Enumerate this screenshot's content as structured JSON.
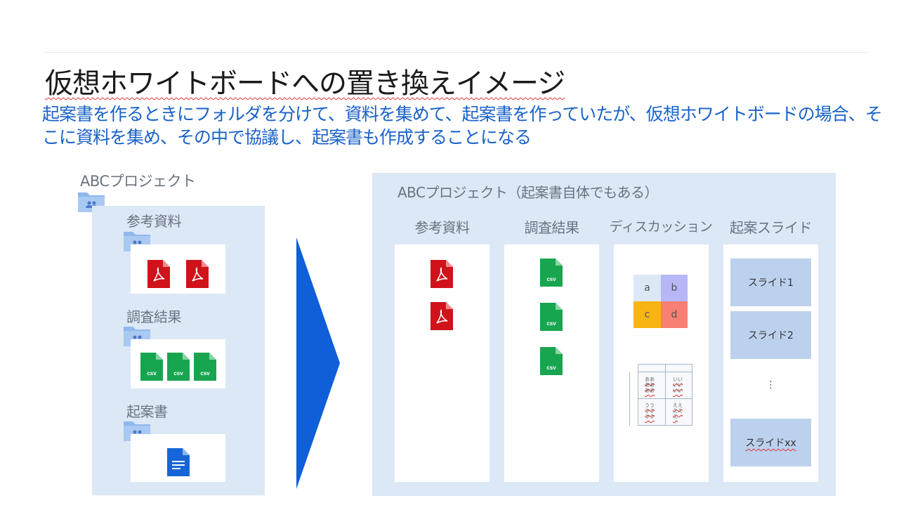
{
  "slide": {
    "title": "仮想ホワイトボードへの置き換えイメージ",
    "subtitle": "起案書を作るときにフォルダを分けて、資料を集めて、起案書を作っていたが、仮想ホワイトボードの場合、そこに資料を集め、その中で協議し、起案書も作成することになる"
  },
  "left": {
    "project_label": "ABCプロジェクト",
    "folders": [
      {
        "label": "参考資料"
      },
      {
        "label": "調査結果"
      },
      {
        "label": "起案書"
      }
    ],
    "csv_label": "csv"
  },
  "right": {
    "board_label": "ABCプロジェクト（起案書自体でもある）",
    "columns": [
      {
        "label": "参考資料"
      },
      {
        "label": "調査結果"
      },
      {
        "label": "ディスカッション"
      },
      {
        "label": "起案スライド"
      }
    ],
    "csv_label": "csv",
    "grid": [
      "a",
      "b",
      "c",
      "d"
    ],
    "mini_table": [
      "ああ\nああ\nああ",
      "いい\nいい\nいい",
      "うう\nうう\nうう",
      "ええ\nええ\nえ"
    ],
    "slides": [
      "スライド1",
      "スライド2",
      "⋮",
      "スライドxx"
    ]
  },
  "colors": {
    "panel": "#dde8f6",
    "arrow": "#0e5fd8",
    "pdf": "#d0121b",
    "csv": "#18a550",
    "doc": "#1565d8",
    "folder": "#8fb8ee",
    "title_text": "#1a62c8"
  }
}
